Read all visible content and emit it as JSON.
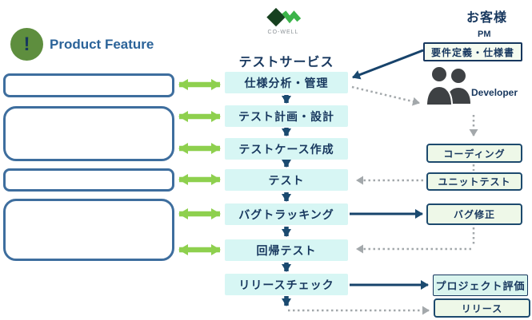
{
  "title": "テストサービス",
  "left": {
    "icon_label": "!",
    "heading": "Product Feature"
  },
  "logo": {
    "name": "CO-WELL"
  },
  "actors": {
    "customer": "お客様",
    "pm": "PM",
    "developer": "Developer"
  },
  "steps": [
    {
      "label": "仕様分析・管理"
    },
    {
      "label": "テスト計画・設計"
    },
    {
      "label": "テストケース作成"
    },
    {
      "label": "テスト"
    },
    {
      "label": "バグトラッキング"
    },
    {
      "label": "回帰テスト"
    },
    {
      "label": "リリースチェック"
    }
  ],
  "client_boxes": [
    {
      "label": "要件定義・仕様書"
    },
    {
      "label": "コーディング"
    },
    {
      "label": "ユニットテスト"
    },
    {
      "label": "バグ修正"
    },
    {
      "label": "プロジェクト評価"
    },
    {
      "label": "リリース"
    }
  ],
  "colors": {
    "navy_text": "#17375e",
    "arrow_navy": "#1b4a70",
    "green_arrow": "#8ed04e",
    "step_fill": "#d7f6f4",
    "feature_border": "#3e6e9e",
    "client_fill": "#eef8e8",
    "requirements_fill": "#f5fbf0",
    "evaluation_fill": "#d9f4ee",
    "gray_arrow": "#a3a8ab",
    "circle_green": "#5e8e3e",
    "logo_dark_green": "#16401f",
    "logo_light_green": "#3cb44a",
    "feature_heading_blue": "#2b6399",
    "developer_icon_gray": "#3e4144"
  }
}
